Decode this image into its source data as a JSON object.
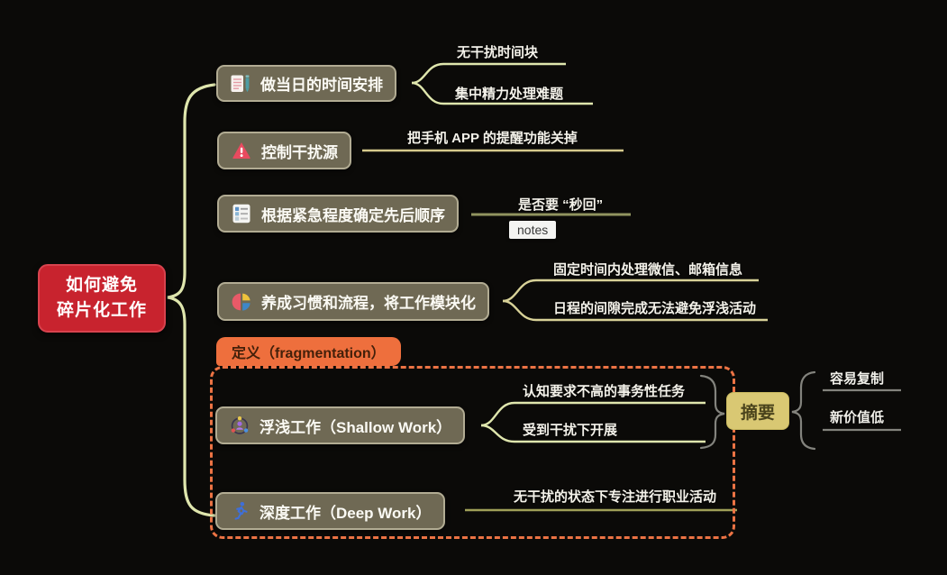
{
  "root": {
    "title_lines": [
      "如何避免",
      "碎片化工作"
    ]
  },
  "branches": [
    {
      "label": "做当日的时间安排",
      "icon": "document-pen-icon",
      "children": [
        "无干扰时间块",
        "集中精力处理难题"
      ]
    },
    {
      "label": "控制干扰源",
      "icon": "warning-triangle-icon",
      "children": [
        "把手机 APP 的提醒功能关掉"
      ]
    },
    {
      "label": "根据紧急程度确定先后顺序",
      "icon": "checklist-icon",
      "children": [
        "是否要 “秒回”"
      ],
      "note": "notes"
    },
    {
      "label": "养成习惯和流程，将工作模块化",
      "icon": "pie-chart-icon",
      "children": [
        "固定时间内处理微信、邮箱信息",
        "日程的间隙完成无法避免浮浅活动"
      ]
    },
    {
      "label": "浮浅工作（Shallow Work）",
      "icon": "person-network-icon",
      "children": [
        "认知要求不高的事务性任务",
        "受到干扰下开展"
      ]
    },
    {
      "label": "深度工作（Deep Work）",
      "icon": "running-person-icon",
      "children": [
        "无干扰的状态下专注进行职业活动"
      ]
    }
  ],
  "definition_group_label": "定义（fragmentation）",
  "summary": {
    "label": "摘要",
    "children": [
      "容易复制",
      "新价值低"
    ]
  },
  "colors": {
    "background": "#0b0a08",
    "root_bg": "#c8232e",
    "node_bg": "#6f6954",
    "node_border": "#b2ac93",
    "brace_line": "#dfe6ad",
    "tan_line": "#d6ca8c",
    "olive_line": "#91945f",
    "khaki_line": "#d8d298",
    "gray_line": "#83837d",
    "orange_accent": "#ee6f3d",
    "summary_bg": "#d9c873"
  }
}
